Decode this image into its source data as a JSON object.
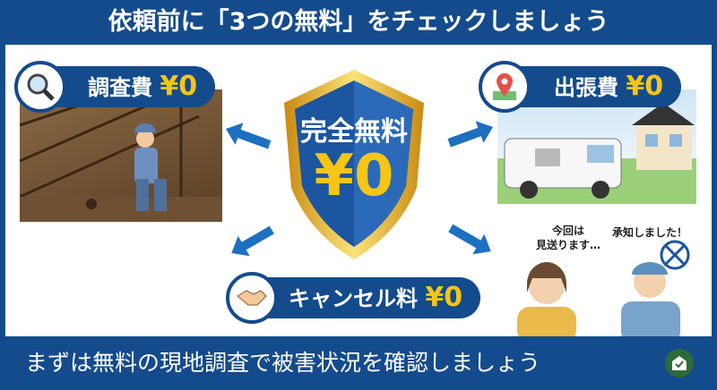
{
  "header": {
    "title": "依頼前に「3つの無料」をチェックしましょう"
  },
  "shield": {
    "label": "完全無料",
    "price": "¥0"
  },
  "items": [
    {
      "label": "調査費",
      "price": "¥0",
      "icon": "magnifier-icon"
    },
    {
      "label": "出張費",
      "price": "¥0",
      "icon": "map-pin-icon"
    },
    {
      "label": "キャンセル料",
      "price": "¥0",
      "icon": "handshake-icon"
    }
  ],
  "speech": {
    "customer": "今回は\n見送ります…",
    "worker": "承知しました！"
  },
  "footer": {
    "text": "まずは無料の現地調査で被害状況を確認しましょう",
    "icon": "shield-check-icon"
  },
  "colors": {
    "navy": "#144b8c",
    "yellow": "#f5c518",
    "arrow": "#1d6fc0"
  }
}
